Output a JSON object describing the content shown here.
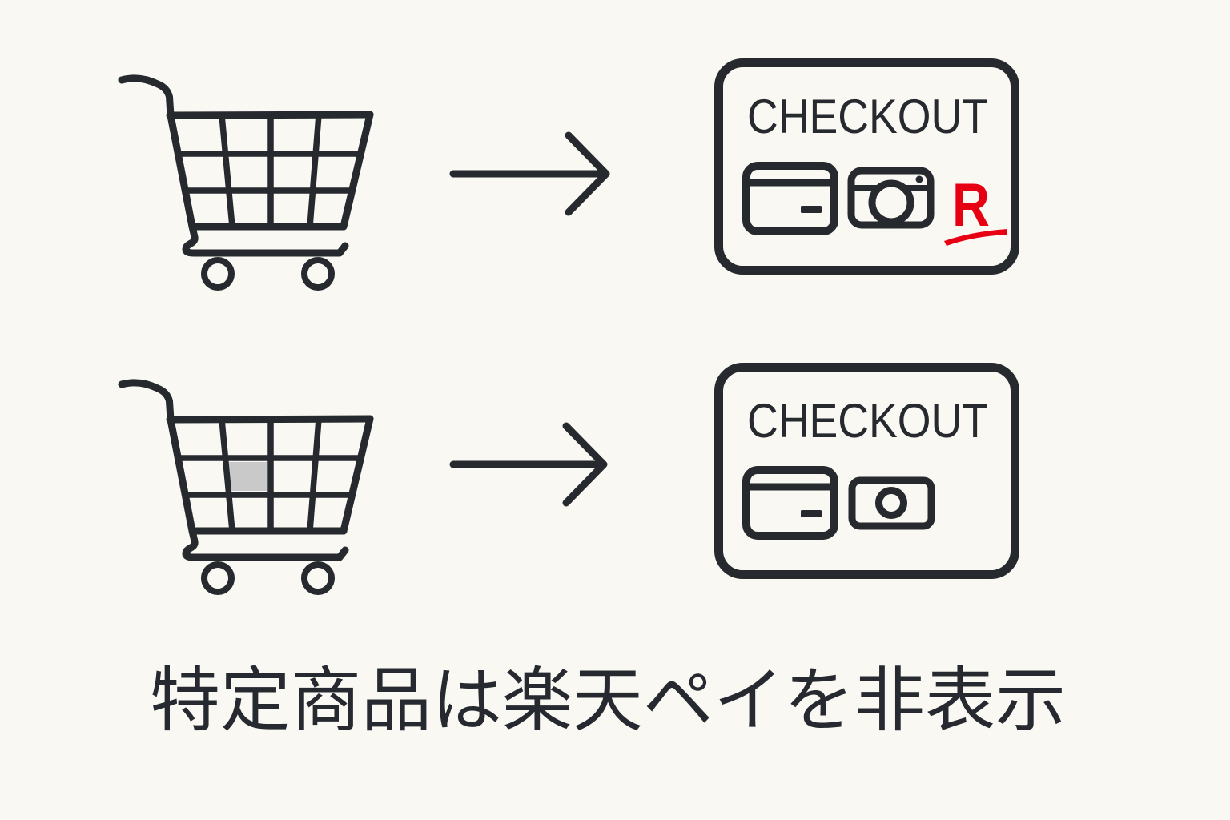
{
  "caption": "特定商品は楽天ペイを非表示",
  "panels": {
    "with_rakuten_pay": {
      "checkout_label": "CHECKOUT",
      "rakuten_mark": "R"
    },
    "without_rakuten_pay": {
      "checkout_label": "CHECKOUT"
    }
  },
  "colors": {
    "background": "#faf8f2",
    "line": "#26292e",
    "rakuten_red": "#e60012",
    "item_highlight": "#c9c9c9",
    "caption_text": "#262a30"
  },
  "icons": [
    "shopping-cart-icon",
    "arrow-right-icon",
    "credit-card-icon",
    "camera-icon",
    "banknote-icon",
    "rakuten-r-mark"
  ]
}
